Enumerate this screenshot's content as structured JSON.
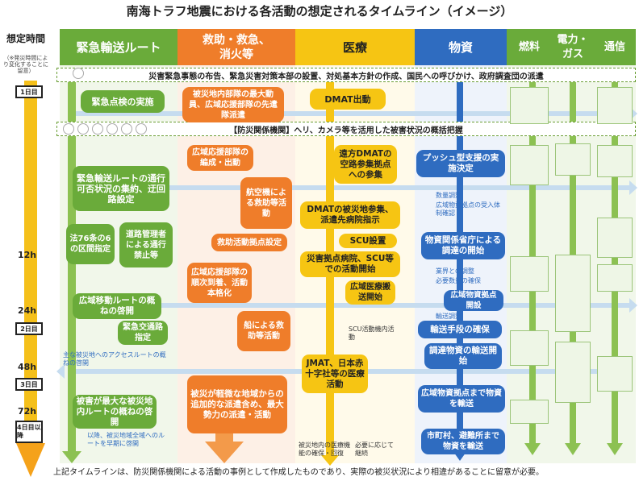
{
  "title": "南海トラフ地震における各活動の想定されるタイムライン（イメージ）",
  "footer": "上記タイムラインは、防災関係機関による活動の事例として作成したものであり、実際の被災状況により相違があることに留意が必要。",
  "axis": {
    "title": "想定時間",
    "note": "（※発災時間により変化することに留意）",
    "days": [
      "1日目",
      "2日目",
      "3日目",
      "4日目以降"
    ],
    "hours": [
      "12h",
      "24h",
      "48h",
      "72h"
    ]
  },
  "columns": [
    {
      "label": "緊急輸送ルート",
      "color": "#6aab3a"
    },
    {
      "label": "救助・救急、消火等",
      "color": "#ef7d2a"
    },
    {
      "label": "医療",
      "color": "#f6c513"
    },
    {
      "label": "物資",
      "color": "#2f6cc0"
    },
    {
      "label": "燃料",
      "color": "#6aab3a"
    },
    {
      "label": "電力・ガス",
      "color": "#6aab3a"
    },
    {
      "label": "通信",
      "color": "#6aab3a"
    }
  ],
  "bands": {
    "top": "災害緊急事態の布告、緊急災害対策本部の設置、対処基本方針の作成、国民への呼びかけ、政府調査団の派遣",
    "second": "【防災関係機関】ヘリ、カメラ等を活用した被害状況の概括把握"
  },
  "route": {
    "b1": "緊急点検の実施",
    "b2": "緊急輸送ルートの通行可否状況の集約、迂回路設定",
    "b3": "法76条の6の区間指定",
    "b4": "道路管理者による通行禁止等",
    "b5": "広域移動ルートの概ねの啓開",
    "b6": "緊急交通路指定",
    "b7": "被害が最大な被災地内ルートの概ねの啓開",
    "n1": "主な被災地へのアクセスルートの概ねの啓開",
    "n2": "以降、被災地域全域へのルートを早期に啓開"
  },
  "rescue": {
    "b1": "被災地内部隊の最大動員、広域応援部隊の先遣隊派遣",
    "b2": "広域応援部隊の編成・出動",
    "b3": "航空機による救助等活動",
    "b4": "救助活動拠点設定",
    "b5": "広域応援部隊の順次到着、活動本格化",
    "b6": "船による救助等活動",
    "b7": "被災が軽微な地域からの追加的な派遣含め、最大勢力の派遣・活動"
  },
  "medical": {
    "b1": "DMAT出動",
    "b2": "遠方DMATの空路参集拠点への参集",
    "b3": "DMATの被災地参集、派遣先病院指示",
    "b4": "SCU設置",
    "b5": "災害拠点病院、SCU等での活動開始",
    "b6": "広域医療搬送開始",
    "b7": "JMAT、日本赤十字社等の医療活動",
    "n1": "被災地内の医療機能の確保・回復",
    "n2": "必要に応じて継続",
    "n3": "SCU活動機内活動"
  },
  "supply": {
    "b1": "プッシュ型支援の実施決定",
    "b2": "物資関係省庁による調達の開始",
    "b3": "広域物資拠点開設",
    "b4": "輸送手段の確保",
    "b5": "調達物資の輸送開始",
    "b6": "広域物資拠点まで物資を輸送",
    "b7": "市町村、避難所まで物資を輸送",
    "n1": "数量調整",
    "n2": "広域物資拠点の受入体制確認",
    "n3": "業界との調整",
    "n4": "必要数量の確保",
    "n5": "輸送調整"
  }
}
